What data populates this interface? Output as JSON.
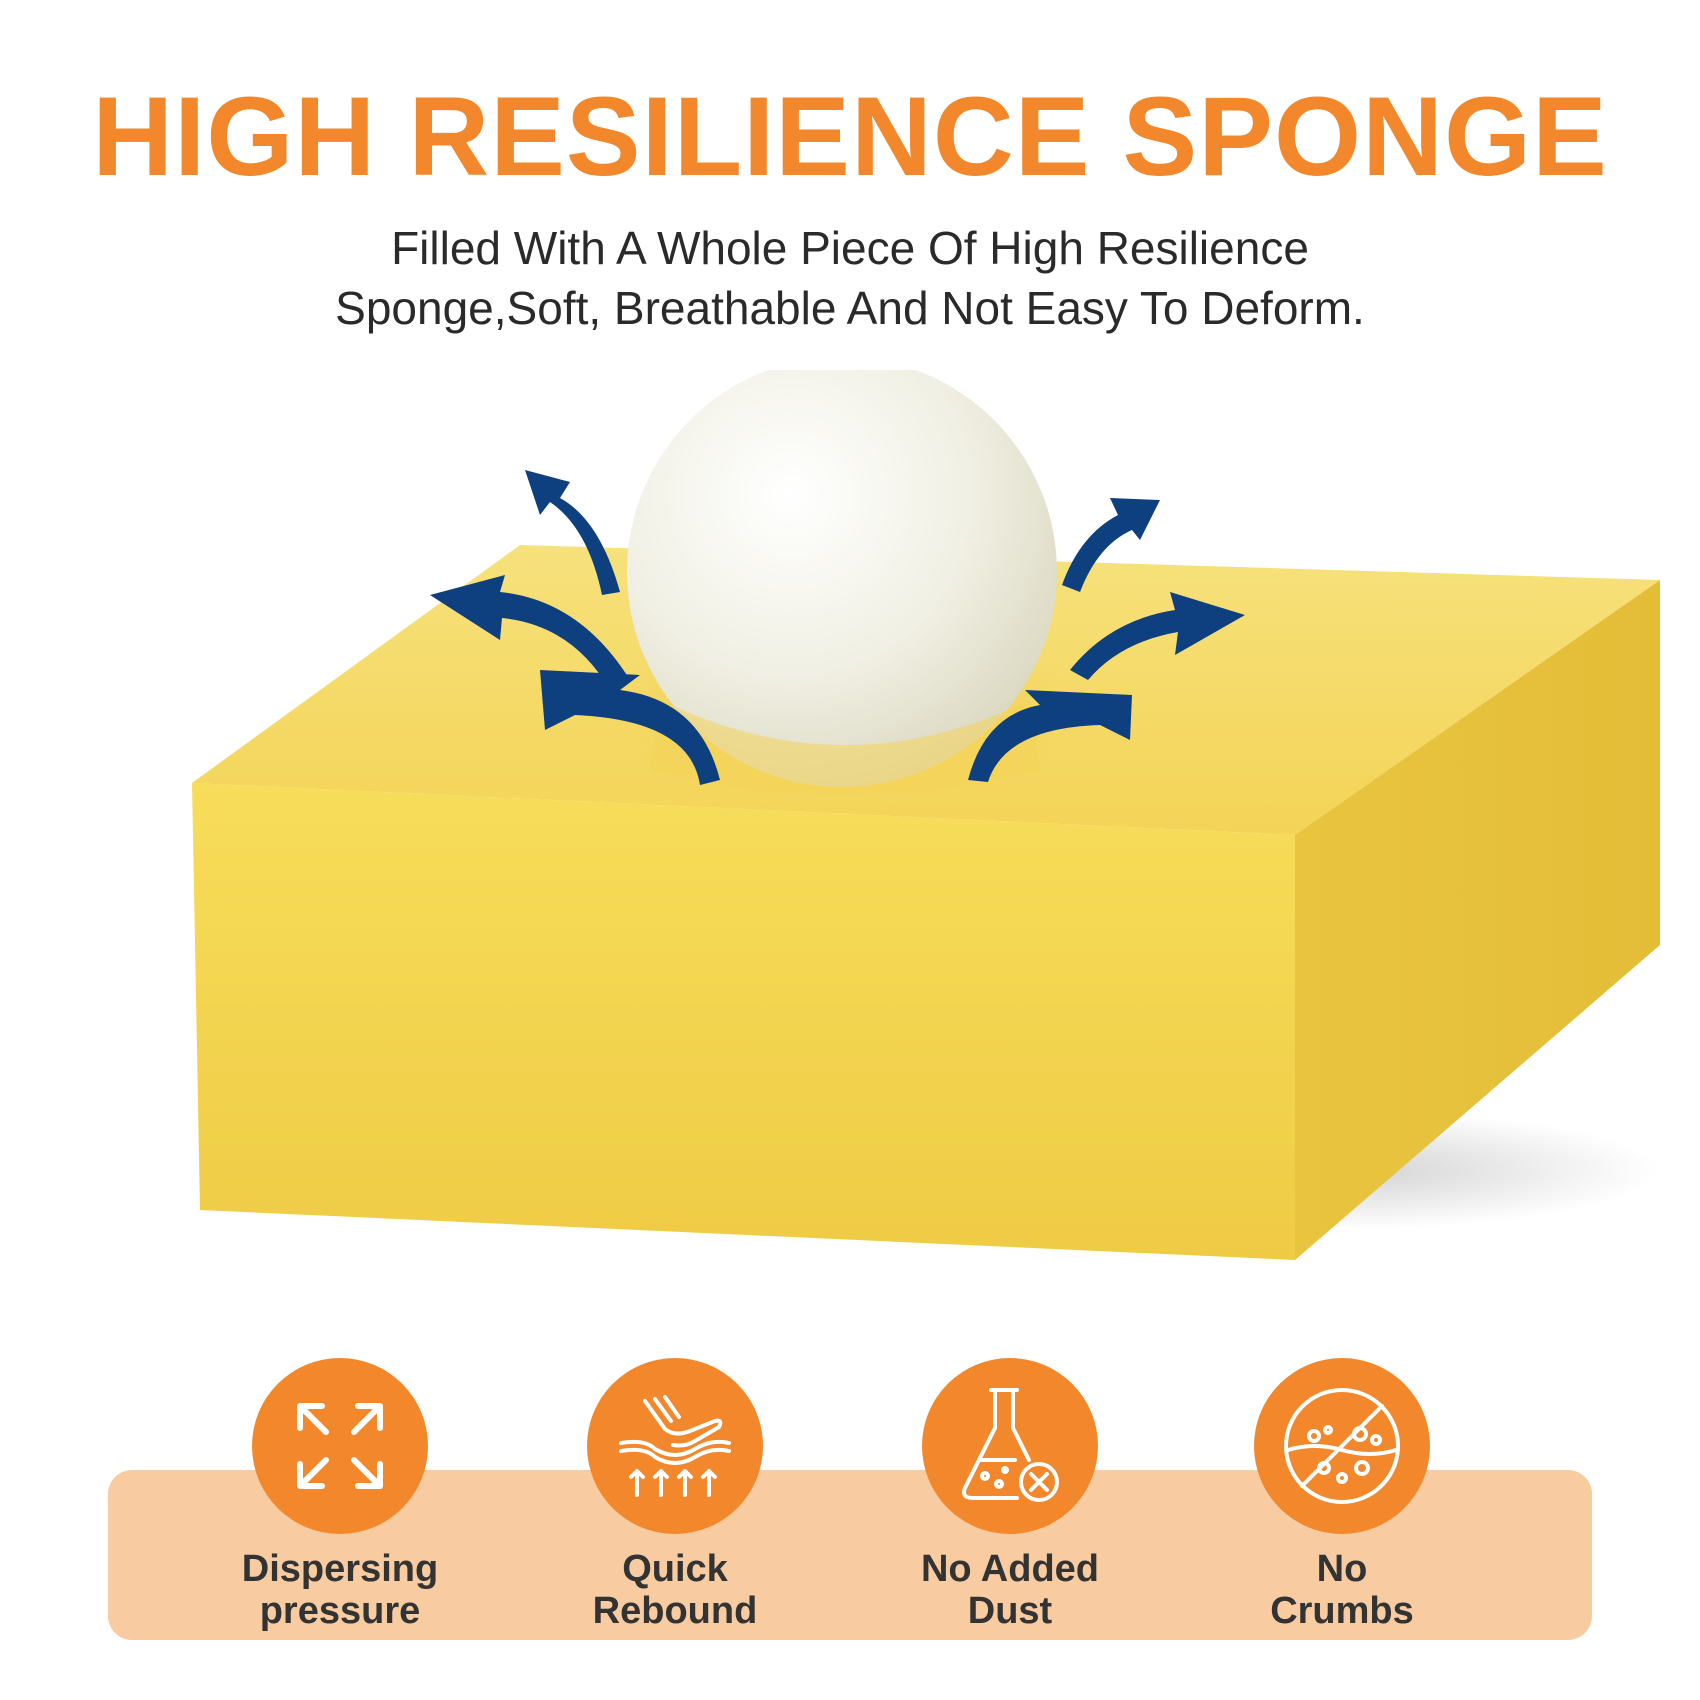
{
  "title": "HIGH RESILIENCE SPONGE",
  "subtitle": {
    "line1": "Filled With A Whole Piece Of High Resilience",
    "line2": "Sponge,Soft, Breathable And Not Easy To Deform."
  },
  "features": [
    {
      "icon": "expand-arrows-icon",
      "line1": "Dispersing",
      "line2": "pressure"
    },
    {
      "icon": "hand-rebound-icon",
      "line1": "Quick",
      "line2": "Rebound"
    },
    {
      "icon": "flask-no-icon",
      "line1": "No Added",
      "line2": "Dust"
    },
    {
      "icon": "no-crumbs-icon",
      "line1": "No",
      "line2": "Crumbs"
    }
  ],
  "colors": {
    "accent": "#F2872B",
    "bar": "#F8CBA1",
    "sponge": "#F3D45A",
    "arrow": "#0E3F7F",
    "ball": "#F2F1E6"
  }
}
